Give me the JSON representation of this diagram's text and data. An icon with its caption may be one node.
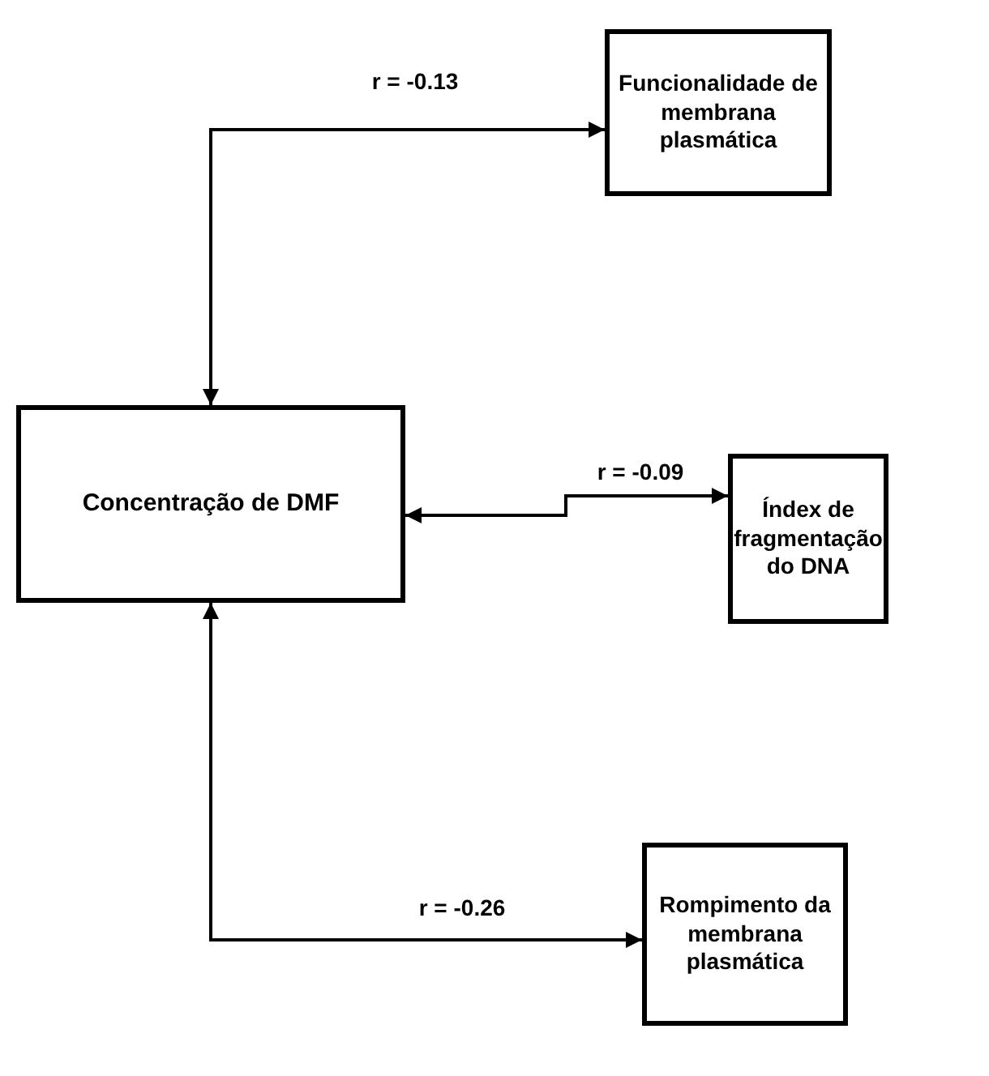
{
  "diagram": {
    "nodes": [
      {
        "text": [
          "Funcionalidade de membrana plasmática"
        ]
      },
      {
        "text": [
          "Concentração de DMF"
        ]
      },
      {
        "text": [
          "Índex de fragmentação do DNA"
        ]
      },
      {
        "text": [
          "Rompimento da membrana plasmática"
        ]
      }
    ],
    "edges": [
      {
        "from": 1,
        "to": 0,
        "arrow": "both",
        "label": "r = -0.13"
      },
      {
        "from": 1,
        "to": 2,
        "arrow": "both",
        "label": "r = -0.09"
      },
      {
        "from": 1,
        "to": 3,
        "arrow": "both",
        "label": "r = -0.26"
      }
    ]
  }
}
